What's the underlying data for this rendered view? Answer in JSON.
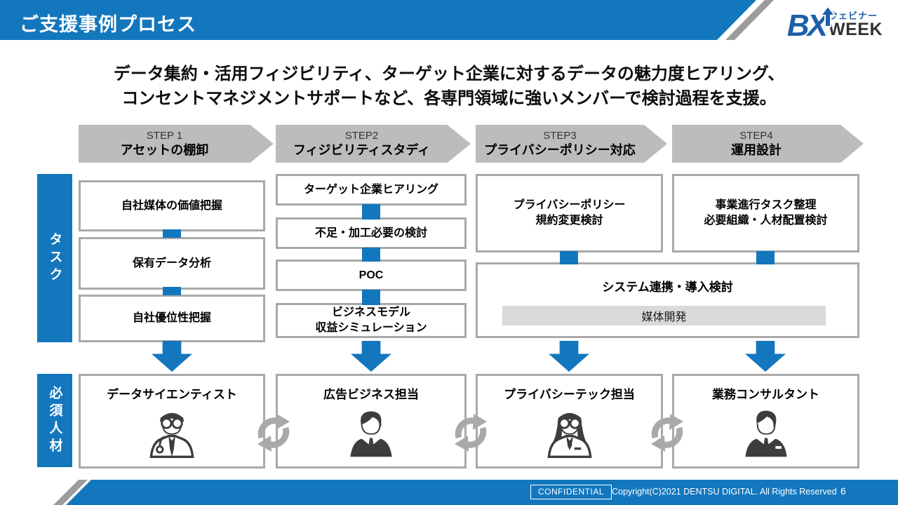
{
  "header": {
    "title": "ご支援事例プロセス",
    "logo": {
      "bx": "BX",
      "webinar": "ウェビナー",
      "week": "WEEK"
    }
  },
  "intro": {
    "line1": "データ集約・活用フィジビリティ、ターゲット企業に対するデータの魅力度ヒアリング、",
    "line2": "コンセントマネジメントサポートなど、各専門領域に強いメンバーで検討過程を支援。"
  },
  "row_labels": {
    "tasks": "タスク",
    "talent": "必須人材"
  },
  "steps": [
    {
      "step": "STEP 1",
      "name": "アセットの棚卸"
    },
    {
      "step": "STEP2",
      "name": "フィジビリティスタディ"
    },
    {
      "step": "STEP3",
      "name": "プライバシーポリシー対応"
    },
    {
      "step": "STEP4",
      "name": "運用設計"
    }
  ],
  "tasks": {
    "col1": [
      "自社媒体の価値把握",
      "保有データ分析",
      "自社優位性把握"
    ],
    "col2": [
      "ターゲット企業ヒアリング",
      "不足・加工必要の検討",
      "POC",
      "ビジネスモデル\n収益シミュレーション"
    ],
    "col3": "プライバシーポリシー\n規約変更検討",
    "col4": "事業進行タスク整理\n必要組織・人材配置検討",
    "shared": {
      "title": "システム連携・導入検討",
      "sub": "媒体開発"
    }
  },
  "talent": [
    "データサイエンティスト",
    "広告ビジネス担当",
    "プライバシーテック担当",
    "業務コンサルタント"
  ],
  "footer": {
    "confidential": "CONFIDENTIAL",
    "copyright": "Copyright(C)2021 DENTSU DIGITAL. All Rights Reserved",
    "page": "6"
  },
  "colors": {
    "accent_blue": "#1377be",
    "chevron_gray": "#bcbcbc",
    "box_border_gray": "#a9a9a9",
    "sub_bar_gray": "#d9d9d9",
    "icon_dark": "#3d3d3d",
    "sync_gray": "#a9a9a9",
    "logo_blue": "#1d60a9",
    "week_dark": "#333333"
  }
}
